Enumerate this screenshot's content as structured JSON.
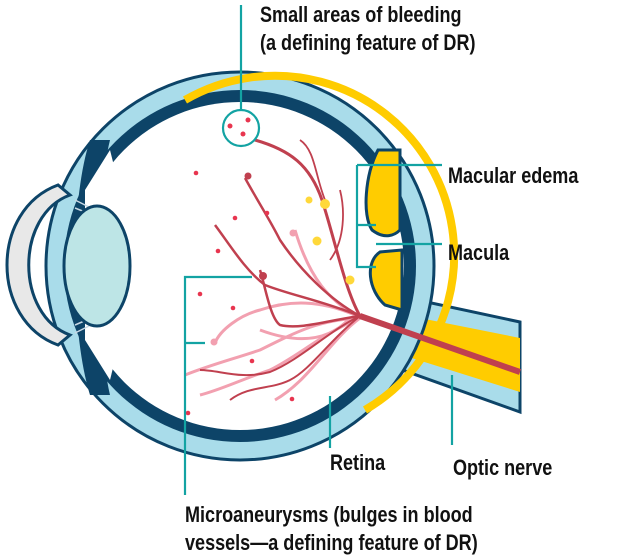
{
  "labels": {
    "bleeding_line1": "Small areas of bleeding",
    "bleeding_line2": "(a defining feature of DR)",
    "macular_edema": "Macular edema",
    "macula": "Macula",
    "retina": "Retina",
    "optic_nerve": "Optic nerve",
    "micro_line1": "Microaneurysms (bulges in blood",
    "micro_line2": "vessels—a defining feature of DR)"
  },
  "colors": {
    "sclera": "#a9dcea",
    "outline": "#0d4468",
    "retina": "#ffcc00",
    "vessel": "#c0404f",
    "vessel_light": "#f2a0b0",
    "leader": "#13a3a3",
    "lens": "#bde5e6",
    "cornea": "#e8e8e8"
  }
}
